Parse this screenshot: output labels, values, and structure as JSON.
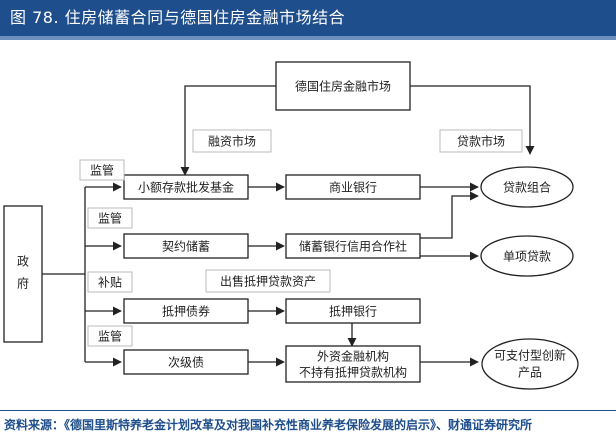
{
  "header": {
    "title": "图 78. 住房储蓄合同与德国住房金融市场结合"
  },
  "footer": {
    "source": "资料来源：《德国里斯特养老金计划改革及对我国补充性商业养老保险发展的启示》、财通证券研究所"
  },
  "diagram": {
    "nodes": {
      "top_market": "德国住房金融市场",
      "gov_line1": "政",
      "gov_line2": "府",
      "small_fund": "小额存款批发基金",
      "commercial_bank": "商业银行",
      "contract_saving": "契约储蓄",
      "savings_coop": "储蓄银行信用合作社",
      "mortgage_bond": "抵押债券",
      "mortgage_bank": "抵押银行",
      "subordinated": "次级债",
      "foreign_line1": "外资金融机构",
      "foreign_line2": "不持有抵押贷款机构",
      "loan_portfolio": "贷款组合",
      "single_loan": "单项贷款",
      "payable_line1": "可支付型创新",
      "payable_line2": "产品"
    },
    "labels": {
      "financing_market": "融资市场",
      "loan_market": "贷款市场",
      "supervise1": "监管",
      "supervise2": "监管",
      "subsidy": "补贴",
      "supervise3": "监管",
      "sell_assets": "出售抵押贷款资产"
    }
  }
}
